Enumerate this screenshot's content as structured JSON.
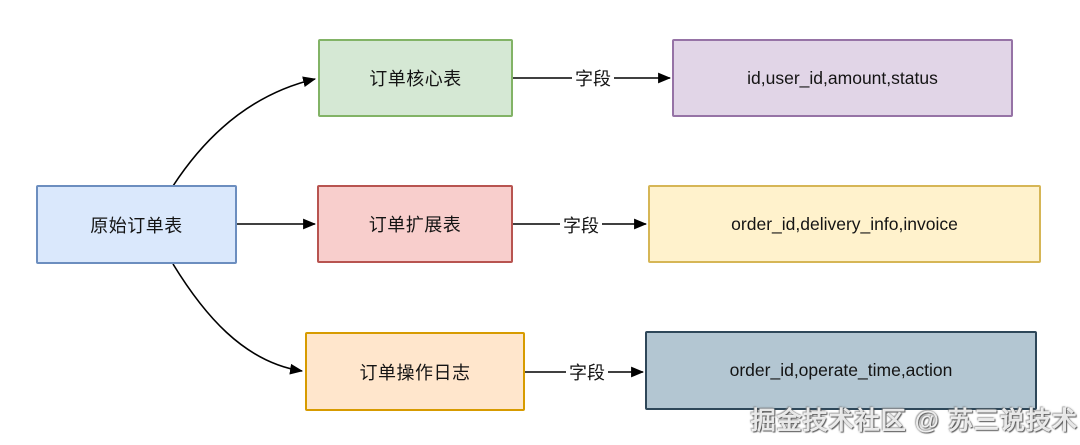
{
  "diagram": {
    "source": {
      "label": "原始订单表"
    },
    "rows": [
      {
        "table": "订单核心表",
        "edge_label": "字段",
        "fields": "id,user_id,amount,status"
      },
      {
        "table": "订单扩展表",
        "edge_label": "字段",
        "fields": "order_id,delivery_info,invoice"
      },
      {
        "table": "订单操作日志",
        "edge_label": "字段",
        "fields": "order_id,operate_time,action"
      }
    ]
  },
  "palette": {
    "source": {
      "fill": "#dae8fc",
      "stroke": "#6c8ebf"
    },
    "row0_table": {
      "fill": "#d5e8d4",
      "stroke": "#82b366"
    },
    "row0_fields": {
      "fill": "#e1d5e7",
      "stroke": "#9673a6"
    },
    "row1_table": {
      "fill": "#f8cecc",
      "stroke": "#b85450"
    },
    "row1_fields": {
      "fill": "#fff2cc",
      "stroke": "#d6b656"
    },
    "row2_table": {
      "fill": "#ffe6cc",
      "stroke": "#d79b00"
    },
    "row2_fields": {
      "fill": "#b3c6d2",
      "stroke": "#2e4759"
    },
    "arrow": "#000000"
  },
  "watermark": {
    "text": "掘金技术社区 @ 苏三说技术"
  }
}
